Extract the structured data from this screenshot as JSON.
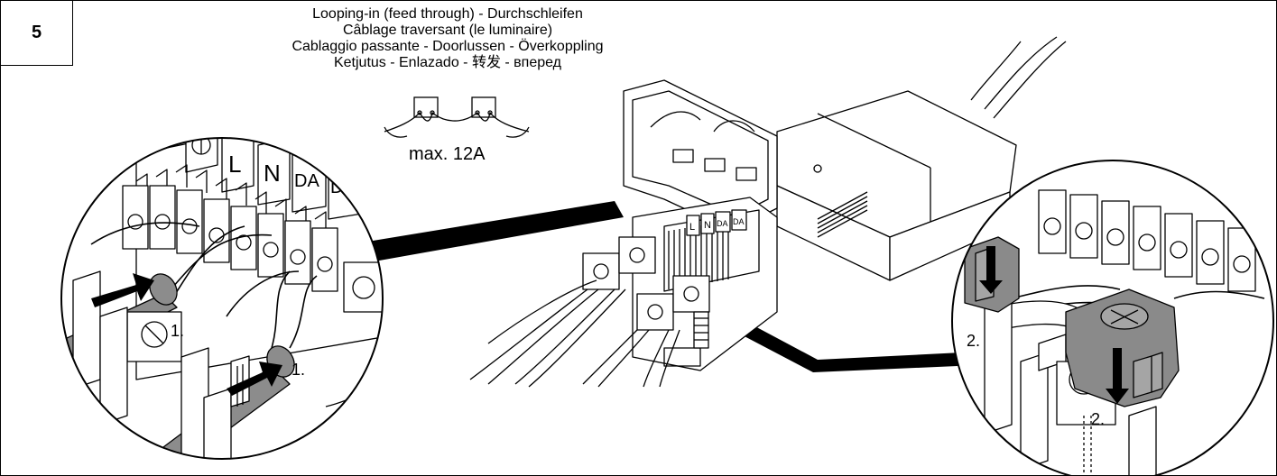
{
  "step": {
    "number": "5"
  },
  "caption": {
    "lines": [
      "Looping-in (feed through) - Durchschleifen",
      "Câblage traversant (le luminaire)",
      "Cablaggio passante - Doorlussen - Överkoppling",
      "Ketjutus  - Enlazado - 转发 - вперед"
    ]
  },
  "wiring_symbol": {
    "max_current": "max. 12A"
  },
  "left_detail": {
    "terminal_labels": [
      "L",
      "N",
      "DA",
      "DA"
    ],
    "step_labels": [
      "1.",
      "1."
    ]
  },
  "center_view": {
    "terminal_labels": [
      "L",
      "N",
      "DA",
      "DA"
    ]
  },
  "right_detail": {
    "step_labels": [
      "2.",
      "2."
    ]
  },
  "colors": {
    "line": "#000000",
    "cable_grey": "#8c8c8c",
    "clamp_grey": "#8a8a8a",
    "arrow": "#000000"
  }
}
